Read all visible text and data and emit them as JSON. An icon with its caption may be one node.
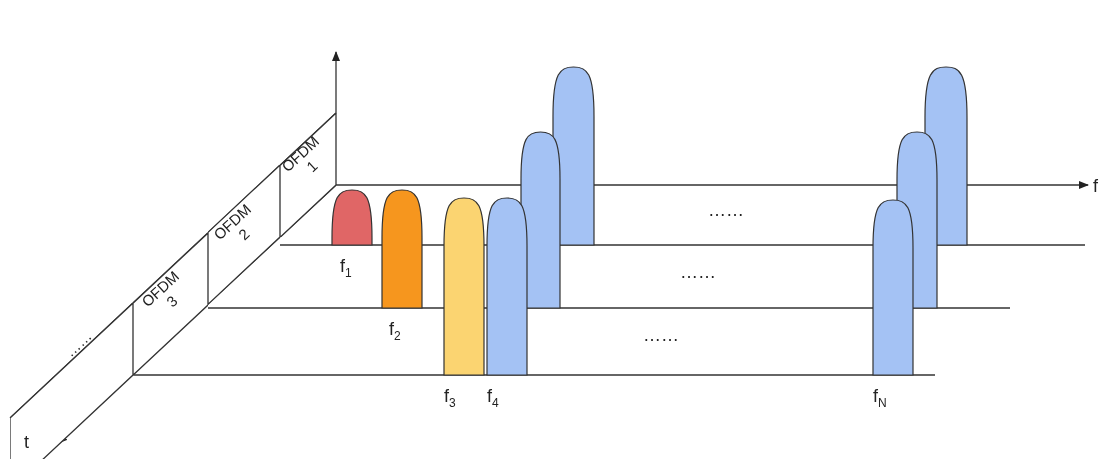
{
  "diagram": {
    "nodes": [
      {
        "text": [
          "OFDM 1"
        ]
      },
      {
        "text": [
          "OFDM 2"
        ]
      },
      {
        "text": [
          "OFDM 3"
        ]
      },
      {
        "text": [
          "……"
        ]
      }
    ],
    "labels": [
      "f",
      "……",
      "……",
      "……",
      "f$_{1}$",
      "f$_{2}$",
      "f$_{3}$",
      "f$_{4}$",
      "f$_{N}$",
      "t"
    ]
  }
}
